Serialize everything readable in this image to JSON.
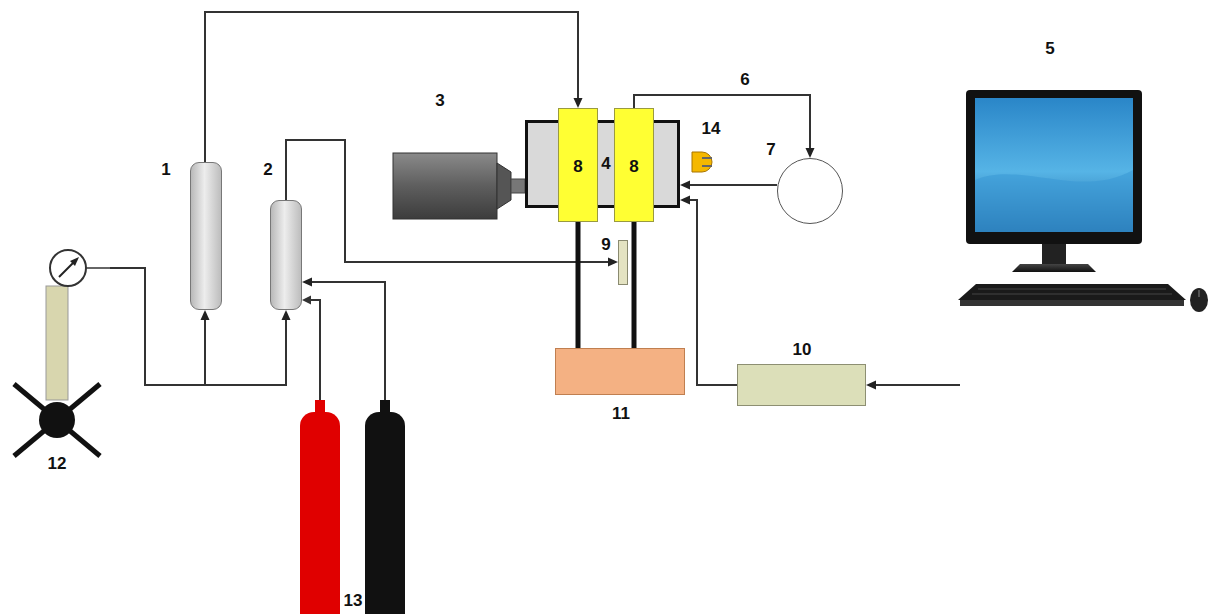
{
  "diagram": {
    "nodes": [
      {
        "text": [
          "1"
        ]
      },
      {
        "text": [
          "2"
        ]
      },
      {
        "text": [
          "3"
        ]
      },
      {
        "text": [
          "4"
        ]
      },
      {
        "text": [
          "8"
        ],
        "in": 3
      },
      {
        "text": [
          "8"
        ],
        "in": 3
      },
      {
        "text": [
          "9"
        ]
      },
      {
        "text": [
          "14"
        ]
      },
      {
        "text": [
          "7"
        ]
      },
      {
        "text": [
          "10"
        ]
      },
      {
        "text": [
          "5"
        ]
      },
      {
        "text": [
          "11"
        ]
      },
      {
        "text": [
          "12"
        ]
      },
      {
        "text": [
          "13"
        ]
      }
    ],
    "edges": [
      {
        "from": 0,
        "to": 4,
        "arrow": "to"
      },
      {
        "from": 1,
        "to": 6,
        "arrow": "to"
      },
      {
        "from": 13,
        "to": 1,
        "arrow": "to"
      },
      {
        "from": 12,
        "to": 0,
        "arrow": "to"
      },
      {
        "from": 12,
        "to": 1,
        "arrow": "to"
      },
      {
        "from": 5,
        "to": 8,
        "label": "6",
        "arrow": "to"
      },
      {
        "from": 8,
        "to": 3,
        "arrow": "to"
      },
      {
        "from": 9,
        "to": 3,
        "arrow": "to"
      },
      {
        "from": 10,
        "to": 9,
        "arrow": "to"
      },
      {
        "from": 4,
        "to": 11,
        "arrow": "none"
      },
      {
        "from": 5,
        "to": 11,
        "arrow": "none"
      }
    ]
  }
}
